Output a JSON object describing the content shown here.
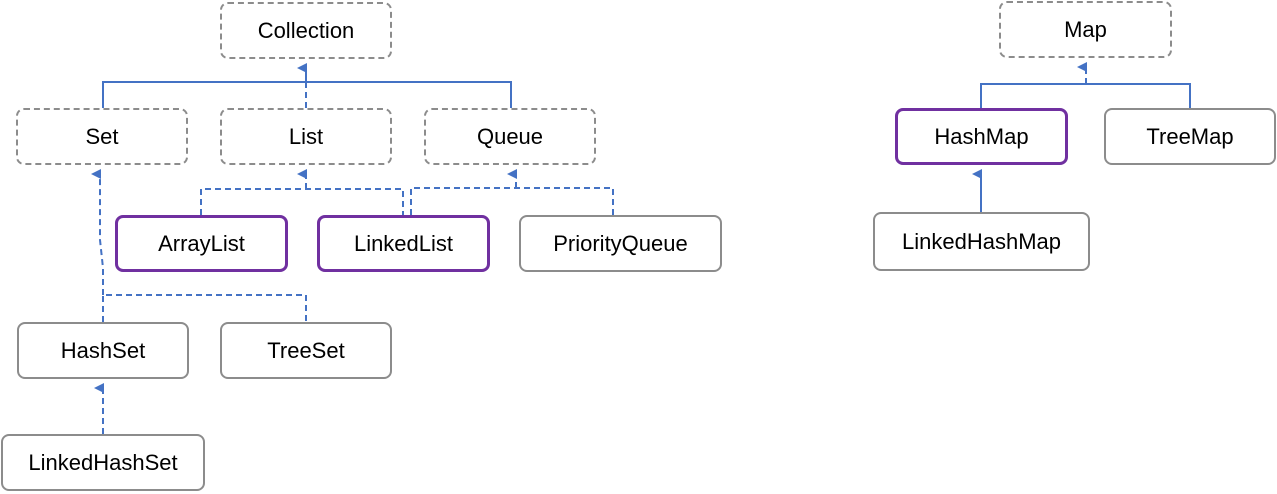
{
  "colors": {
    "connector": "#4472c4",
    "interface_border": "#8c8c8c",
    "class_border": "#8c8c8c",
    "highlight_border": "#7030a0"
  },
  "nodes": {
    "collection": "Collection",
    "set": "Set",
    "list": "List",
    "queue": "Queue",
    "arraylist": "ArrayList",
    "linkedlist": "LinkedList",
    "priorityqueue": "PriorityQueue",
    "hashset": "HashSet",
    "treeset": "TreeSet",
    "linkedhashset": "LinkedHashSet",
    "map": "Map",
    "hashmap": "HashMap",
    "treemap": "TreeMap",
    "linkedhashmap": "LinkedHashMap"
  },
  "edges": [
    {
      "from": "Set",
      "to": "Collection",
      "style": "solid"
    },
    {
      "from": "Queue",
      "to": "Collection",
      "style": "solid"
    },
    {
      "from": "List",
      "to": "Collection",
      "style": "dashed"
    },
    {
      "from": "ArrayList",
      "to": "List",
      "style": "dashed"
    },
    {
      "from": "LinkedList",
      "to": "List",
      "style": "dashed"
    },
    {
      "from": "LinkedList",
      "to": "Queue",
      "style": "dashed"
    },
    {
      "from": "PriorityQueue",
      "to": "Queue",
      "style": "dashed"
    },
    {
      "from": "HashSet",
      "to": "Set",
      "style": "dashed"
    },
    {
      "from": "TreeSet",
      "to": "Set",
      "style": "dashed"
    },
    {
      "from": "LinkedHashSet",
      "to": "HashSet",
      "style": "dashed"
    },
    {
      "from": "HashMap",
      "to": "Map",
      "style": "solid"
    },
    {
      "from": "TreeMap",
      "to": "Map",
      "style": "solid"
    },
    {
      "from": "LinkedHashMap",
      "to": "HashMap",
      "style": "solid"
    }
  ]
}
